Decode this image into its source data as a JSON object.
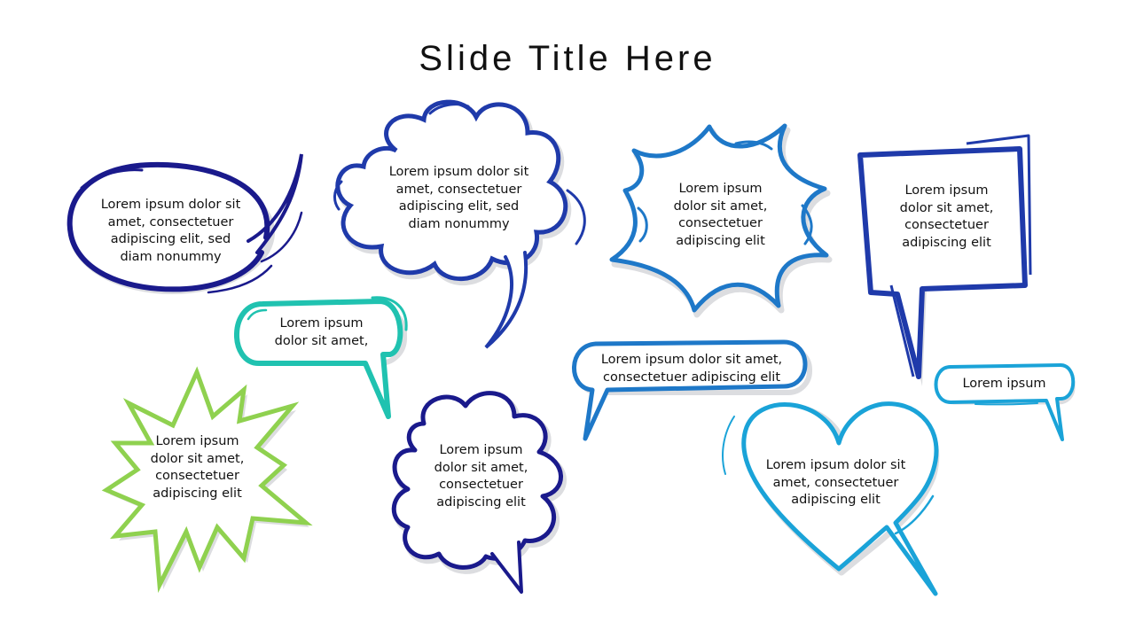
{
  "slide": {
    "title": "Slide Title Here"
  },
  "colors": {
    "navy": "#1a1a8c",
    "royal_blue": "#1f3aaa",
    "blue": "#1e78c8",
    "sky_blue": "#1aa3d8",
    "teal": "#20c2b0",
    "green": "#8fd14f",
    "shadow": "#dcdde0"
  },
  "bubbles": [
    {
      "id": "oval-speech",
      "shape": "oval speech bubble",
      "color": "navy",
      "text": "Lorem ipsum dolor sit\namet, consectetuer\nadipiscing elit, sed\ndiam nonummy"
    },
    {
      "id": "cloud-thought-top",
      "shape": "cloud bubble",
      "color": "royal_blue",
      "text": "Lorem ipsum dolor sit\namet, consectetuer\nadipiscing elit, sed\ndiam nonummy"
    },
    {
      "id": "burst-blue",
      "shape": "explosion bubble",
      "color": "blue",
      "text": "Lorem ipsum\ndolor sit amet,\nconsectetuer\nadipiscing elit"
    },
    {
      "id": "square-speech",
      "shape": "square speech bubble",
      "color": "royal_blue",
      "text": "Lorem ipsum\ndolor sit amet,\nconsectetuer\nadipiscing elit"
    },
    {
      "id": "rounded-teal",
      "shape": "rounded rectangle bubble",
      "color": "teal",
      "text": "Lorem ipsum\ndolor sit amet,"
    },
    {
      "id": "starburst-green",
      "shape": "spiky starburst",
      "color": "green",
      "text": "Lorem ipsum\ndolor sit amet,\nconsectetuer\nadipiscing elit"
    },
    {
      "id": "cloud-bottom",
      "shape": "cloud bubble",
      "color": "navy",
      "text": "Lorem ipsum\ndolor sit amet,\nconsectetuer\nadipiscing elit"
    },
    {
      "id": "wide-rounded",
      "shape": "wide rounded bubble",
      "color": "blue",
      "text": "Lorem ipsum dolor sit amet,\nconsectetuer adipiscing elit"
    },
    {
      "id": "heart-speech",
      "shape": "heart bubble",
      "color": "sky_blue",
      "text": "Lorem ipsum dolor sit\namet, consectetuer\nadipiscing elit"
    },
    {
      "id": "small-rounded",
      "shape": "small rounded bubble",
      "color": "sky_blue",
      "text": "Lorem ipsum"
    }
  ]
}
